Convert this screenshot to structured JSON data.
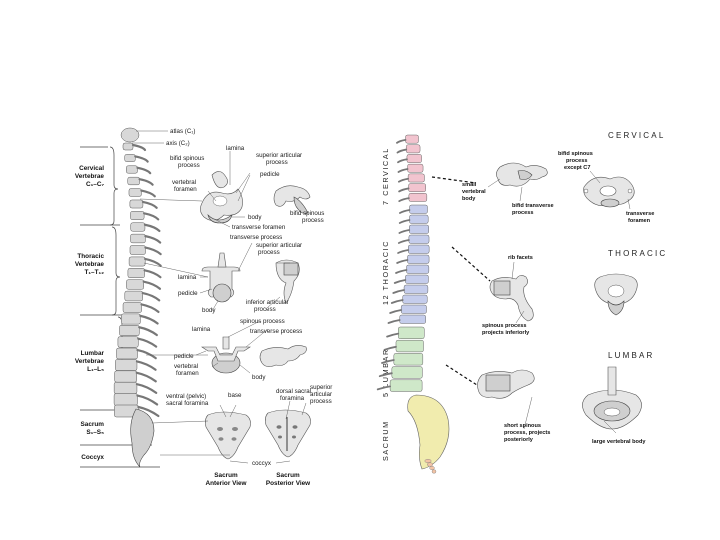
{
  "left": {
    "sections": [
      {
        "name": "Cervical",
        "line2": "Vertebrae",
        "range": "C₁–C₇"
      },
      {
        "name": "Thoracic",
        "line2": "Vertebrae",
        "range": "T₁–T₁₂"
      },
      {
        "name": "Lumbar",
        "line2": "Vertebrae",
        "range": "L₁–L₅"
      },
      {
        "name": "Sacrum",
        "line2": "",
        "range": "S₁–S₅"
      },
      {
        "name": "Coccyx",
        "line2": "",
        "range": ""
      }
    ],
    "labels": {
      "atlas": "atlas (C₁)",
      "axis": "axis (C₂)",
      "lamina_c": "lamina",
      "bifid_spinous_1": "bifid spinous",
      "bifid_spinous_1b": "process",
      "superior_articular_c": "superior articular",
      "superior_articular_cb": "process",
      "pedicle_c": "pedicle",
      "vertebral_foramen_c": "vertebral",
      "vertebral_foramen_cb": "foramen",
      "body_c": "body",
      "bifid_spinous_2": "bifid spinous",
      "bifid_spinous_2b": "process",
      "transverse_foramen": "transverse foramen",
      "transverse_process_t": "transverse process",
      "superior_articular_t": "superior articular",
      "superior_articular_tb": "process",
      "lamina_t": "lamina",
      "pedicle_t": "pedicle",
      "body_t": "body",
      "inferior_articular": "inferior articular",
      "inferior_articular_b": "process",
      "spinous_process": "spinous process",
      "lamina_l": "lamina",
      "transverse_process_l": "transverse process",
      "pedicle_l": "pedicle",
      "vertebral_foramen_l": "vertebral",
      "vertebral_foramen_lb": "foramen",
      "body_l": "body",
      "ventral_sacral": "ventral (pelvic)",
      "ventral_sacral_b": "sacral foramina",
      "base": "base",
      "dorsal_sacral": "dorsal sacral",
      "dorsal_sacral_b": "foramina",
      "superior_articular_s": "superior",
      "superior_articular_sb": "articular",
      "superior_articular_sc": "process",
      "coccyx": "coccyx",
      "sacrum_anterior": "Sacrum",
      "sacrum_anterior_b": "Anterior View",
      "sacrum_posterior": "Sacrum",
      "sacrum_posterior_b": "Posterior View"
    }
  },
  "right": {
    "vertical_labels": {
      "cervical": "7 CERVICAL",
      "thoracic": "12 THORACIC",
      "lumbar": "5 LUMBAR",
      "sacrum": "SACRUM"
    },
    "section_titles": {
      "cervical": "CERVICAL",
      "thoracic": "THORACIC",
      "lumbar": "LUMBAR"
    },
    "labels": {
      "bifid_spinous": "bifid spinous",
      "bifid_spinous_b": "process",
      "bifid_spinous_c": "except C7",
      "small_vertebral": "small",
      "small_vertebral_b": "vertebral",
      "small_vertebral_c": "body",
      "bifid_transverse": "bifid transverse",
      "bifid_transverse_b": "process",
      "transverse_foramen": "transverse",
      "transverse_foramen_b": "foramen",
      "rib_facets": "rib facets",
      "spinous_inferior": "spinous process",
      "spinous_inferior_b": "projects inferiorly",
      "short_spinous": "short spinous",
      "short_spinous_b": "process, projects",
      "short_spinous_c": "posteriorly",
      "large_body": "large vertebral body"
    },
    "colors": {
      "cervical": "#f2c4cf",
      "thoracic": "#c5cdec",
      "lumbar": "#cfe8c9",
      "sacrum": "#f1ecae"
    }
  }
}
